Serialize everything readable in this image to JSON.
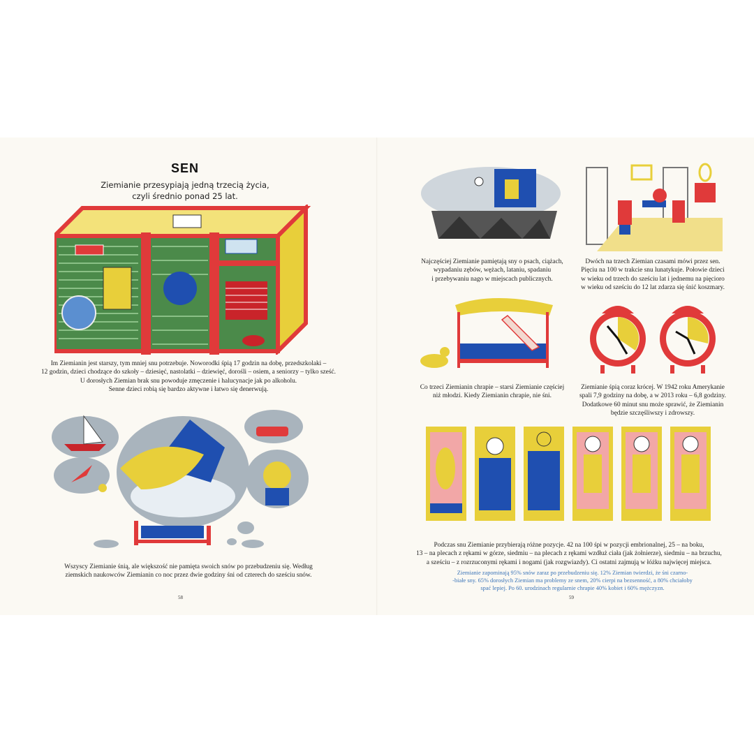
{
  "left_page": {
    "title": "SEN",
    "subtitle_line1": "Ziemianie przesypiają jedną trzecią życia,",
    "subtitle_line2": "czyli średnio ponad 25 lat.",
    "paragraph1": [
      "Im Ziemianin jest starszy, tym mniej snu potrzebuje. Noworodki śpią 17 godzin na dobę, przedszkolaki –",
      "12 godzin, dzieci chodzące do szkoły – dziesięć, nastolatki – dziewięć, dorośli – osiem, a seniorzy – tylko sześć.",
      "U dorosłych Ziemian brak snu powoduje zmęczenie i halucynacje jak po alkoholu.",
      "Senne dzieci robią się bardzo aktywne i łatwo się denerwują."
    ],
    "paragraph2": [
      "Wszyscy Ziemianie śnią, ale większość nie pamięta swoich snów po przebudzeniu się. Według",
      "ziemskich naukowców Ziemianin co noc przez dwie godziny śni od czterech do sześciu snów."
    ],
    "page_number": "58"
  },
  "right_page": {
    "caption_dreams": [
      "Najczęściej Ziemianie pamiętają sny o psach, ciążach,",
      "wypadaniu zębów, wężach, lataniu, spadaniu",
      "i przebywaniu nago w miejscach publicznych."
    ],
    "caption_sleeptalk": [
      "Dwóch na trzech Ziemian czasami mówi przez sen.",
      "Pięciu na 100 w trakcie snu lunatykuje. Połowie dzieci",
      "w wieku od trzech do sześciu lat i jednemu na pięciorо",
      "w wieku od sześciu do 12 lat zdarza się śnić koszmary."
    ],
    "caption_snore": [
      "Co trzeci Ziemianin chrapie – starsi Ziemianie częściej",
      "niż młodzi. Kiedy Ziemianin chrapie, nie śni."
    ],
    "caption_clocks": [
      "Ziemianie śpią coraz krócej. W 1942 roku Amerykanie",
      "spali 7,9 godziny na dobę, a w 2013 roku – 6,8 godziny.",
      "Dodatkowe 60 minut snu może sprawić, że Ziemianin",
      "będzie szczęśliwszy i zdrowszy."
    ],
    "caption_positions": [
      "Podczas snu Ziemianie przybierają różne pozycje. 42 na 100 śpi w pozycji embrionalnej, 25 – na boku,",
      "13 – na plecach z rękami w górze, siedmiu – na plecach z rękami wzdłuż ciała (jak żołnierze), siedmiu – na brzuchu,",
      "a sześciu – z rozrzuconymi rękami i nogami (jak rozgwiazdy). Ci ostatni zajmują w łóżku najwięcej miejsca."
    ],
    "note": [
      "Ziemianie zapominają 95% snów zaraz po przebudzeniu się. 12% Ziemian twierdzi, że śni czarno-",
      "-białe sny. 65% dorosłych Ziemian ma problemy ze snem, 20% cierpi na bezsenność, a 80% chciałoby",
      "spać lepiej. Po 60. urodzinach regularnie chrapie 40% kobiet i 60% mężczyzn."
    ],
    "page_number": "59"
  },
  "colors": {
    "red": "#e03a3a",
    "blue": "#1f4fb0",
    "yellow": "#e8cf3a",
    "green": "#4b8a4a",
    "grey": "#a9b4bd",
    "note_blue": "#3b74b8"
  }
}
